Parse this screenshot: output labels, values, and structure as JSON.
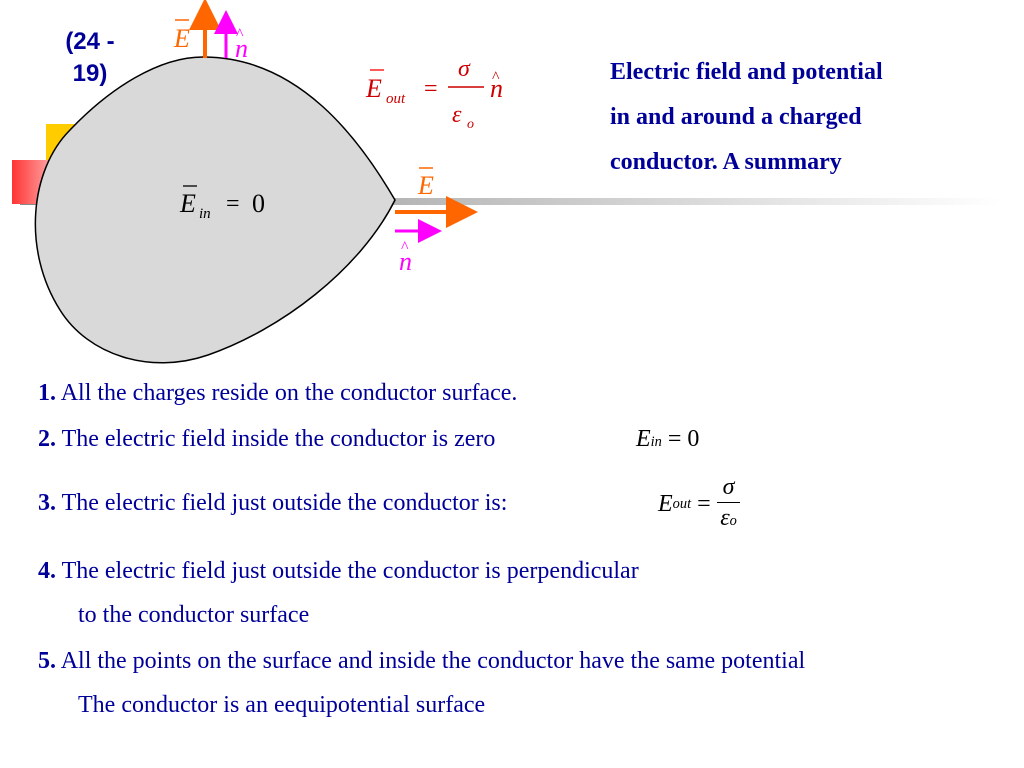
{
  "slide": {
    "number_lines": [
      "(24 -",
      "19)"
    ],
    "title_lines": [
      "Electric field and potential",
      "in and around a charged",
      "conductor.   A summary"
    ]
  },
  "diagram": {
    "labels": {
      "e": "E",
      "n": "n",
      "in": "in",
      "out": "out",
      "equals": "=",
      "zero": "0",
      "sigma": "σ",
      "epsilon": "ε",
      "o": "o"
    },
    "colors": {
      "conductor_fill": "#d9d9d9",
      "e_vector": "#ff6600",
      "n_vector": "#ff00ff",
      "text_blue": "#000099"
    }
  },
  "points": [
    {
      "num": "1.",
      "text": "All the charges reside on the conductor surface."
    },
    {
      "num": "2.",
      "text": "The electric field inside the conductor is zero"
    },
    {
      "num": "3.",
      "text": "The electric field just outside the conductor  is:"
    },
    {
      "num": "4.",
      "text": "The electric field just outside the conductor  is perpendicular",
      "cont": "to the conductor surface"
    },
    {
      "num": "5.",
      "text": "All the points on the surface and inside the conductor have the same potential",
      "cont": "The conductor is an eequipotential surface"
    }
  ]
}
